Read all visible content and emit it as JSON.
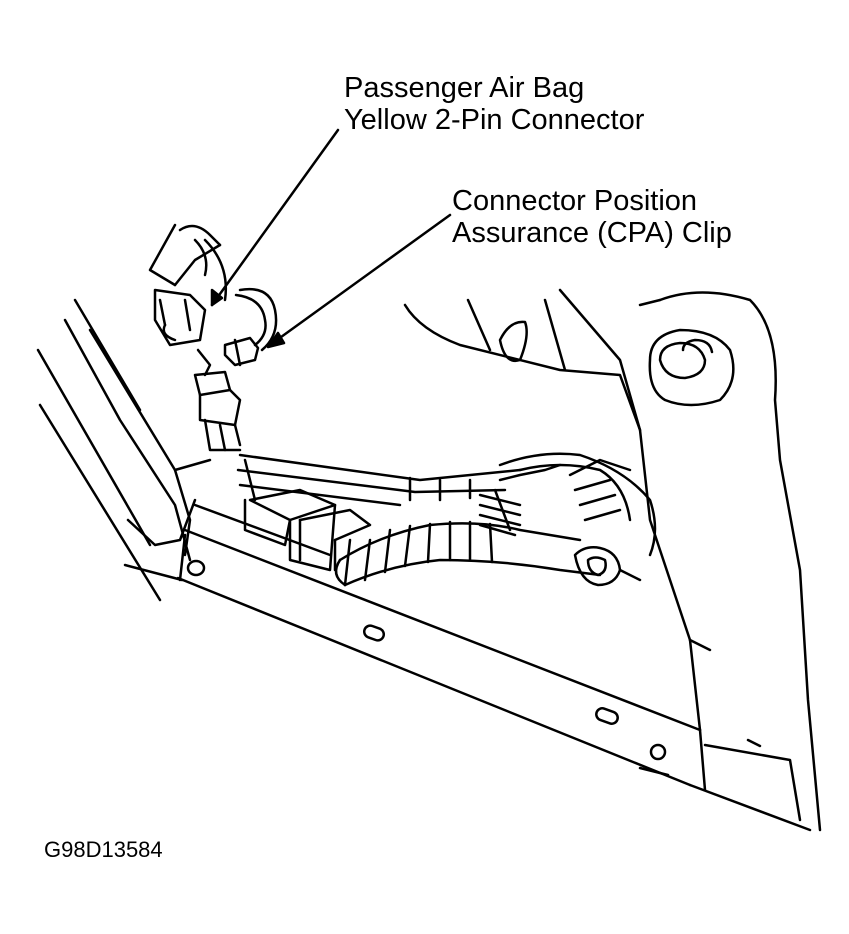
{
  "callouts": {
    "airbag_connector": {
      "line1": "Passenger Air Bag",
      "line2": "Yellow 2-Pin Connector"
    },
    "cpa_clip": {
      "line1": "Connector Position",
      "line2": "Assurance (CPA) Clip"
    }
  },
  "figure_code": "G98D13584",
  "colors": {
    "ink": "#000000",
    "paper": "#ffffff"
  }
}
